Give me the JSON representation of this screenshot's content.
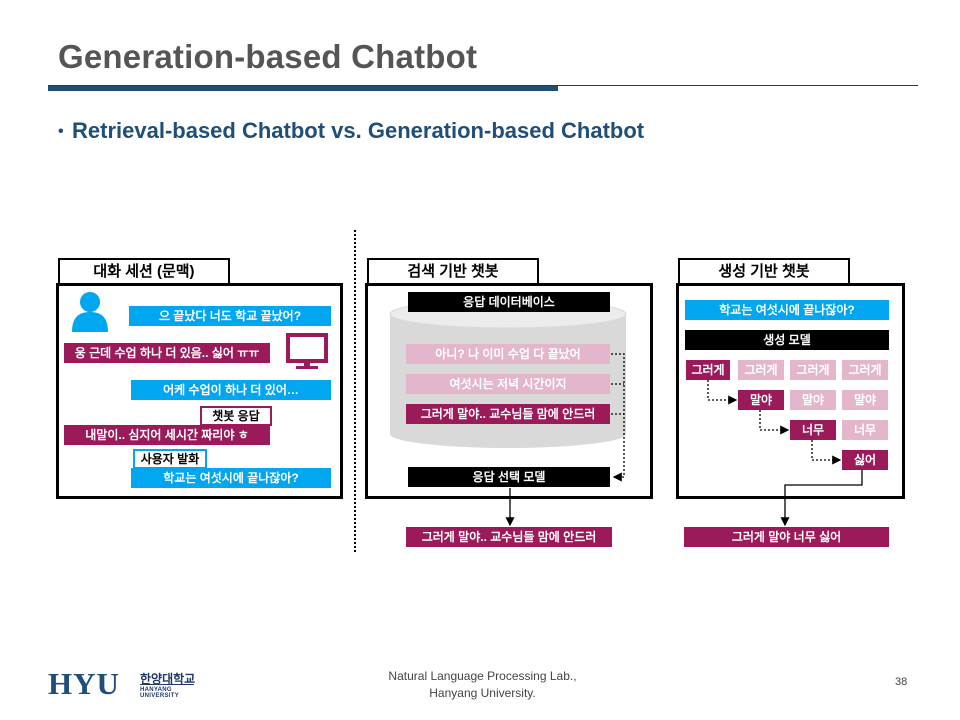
{
  "slide": {
    "title": "Generation-based Chatbot",
    "bullet": "Retrieval-based Chatbot vs. Generation-based Chatbot",
    "footer_line1": "Natural Language Processing  Lab.,",
    "footer_line2": "Hanyang University.",
    "page_number": "38",
    "logo_text": "HYU",
    "logo_korean": "한양대학교",
    "logo_english": "HANYANG UNIVERSITY"
  },
  "colors": {
    "blue": "#00a6ef",
    "maroon": "#9b1a5a",
    "pink": "#e3b6cb",
    "title_gray": "#555555",
    "navy": "#1f4e79"
  },
  "panel_context": {
    "tab": "대화 세션 (문맥)",
    "msg1": "으 끝났다 너도 학교 끝났어?",
    "msg2": "웅 근데 수업 하나 더 있음.. 싫어 ㅠㅠ",
    "msg3": "어케 수업이 하나 더 있어…",
    "label_bot": "챗봇 응답",
    "msg4": "내말이.. 심지어 세시간 짜리야 ㅎ",
    "label_user": "사용자 발화",
    "msg5": "학교는 여섯시에 끝나잖아?",
    "icons": [
      "user-avatar-icon",
      "monitor-icon"
    ]
  },
  "panel_retrieval": {
    "tab": "검색 기반 챗봇",
    "db_header": "응답 데이터베이스",
    "candidate1": "아니? 나 이미 수업 다 끝났어",
    "candidate2": "여섯시는 저녁 시간이지",
    "candidate3": "그러게 말야.. 교수님들 맘에 안드러",
    "selector": "응답 선택 모델",
    "output": "그러게 말야.. 교수님들 맘에 안드러"
  },
  "panel_generation": {
    "tab": "생성 기반 챗봇",
    "input": "학교는 여섯시에 끝나잖아?",
    "model": "생성 모델",
    "steps": [
      "그러게",
      "말야",
      "너무",
      "싫어"
    ],
    "output": "그러게 말야 너무 싫어"
  }
}
